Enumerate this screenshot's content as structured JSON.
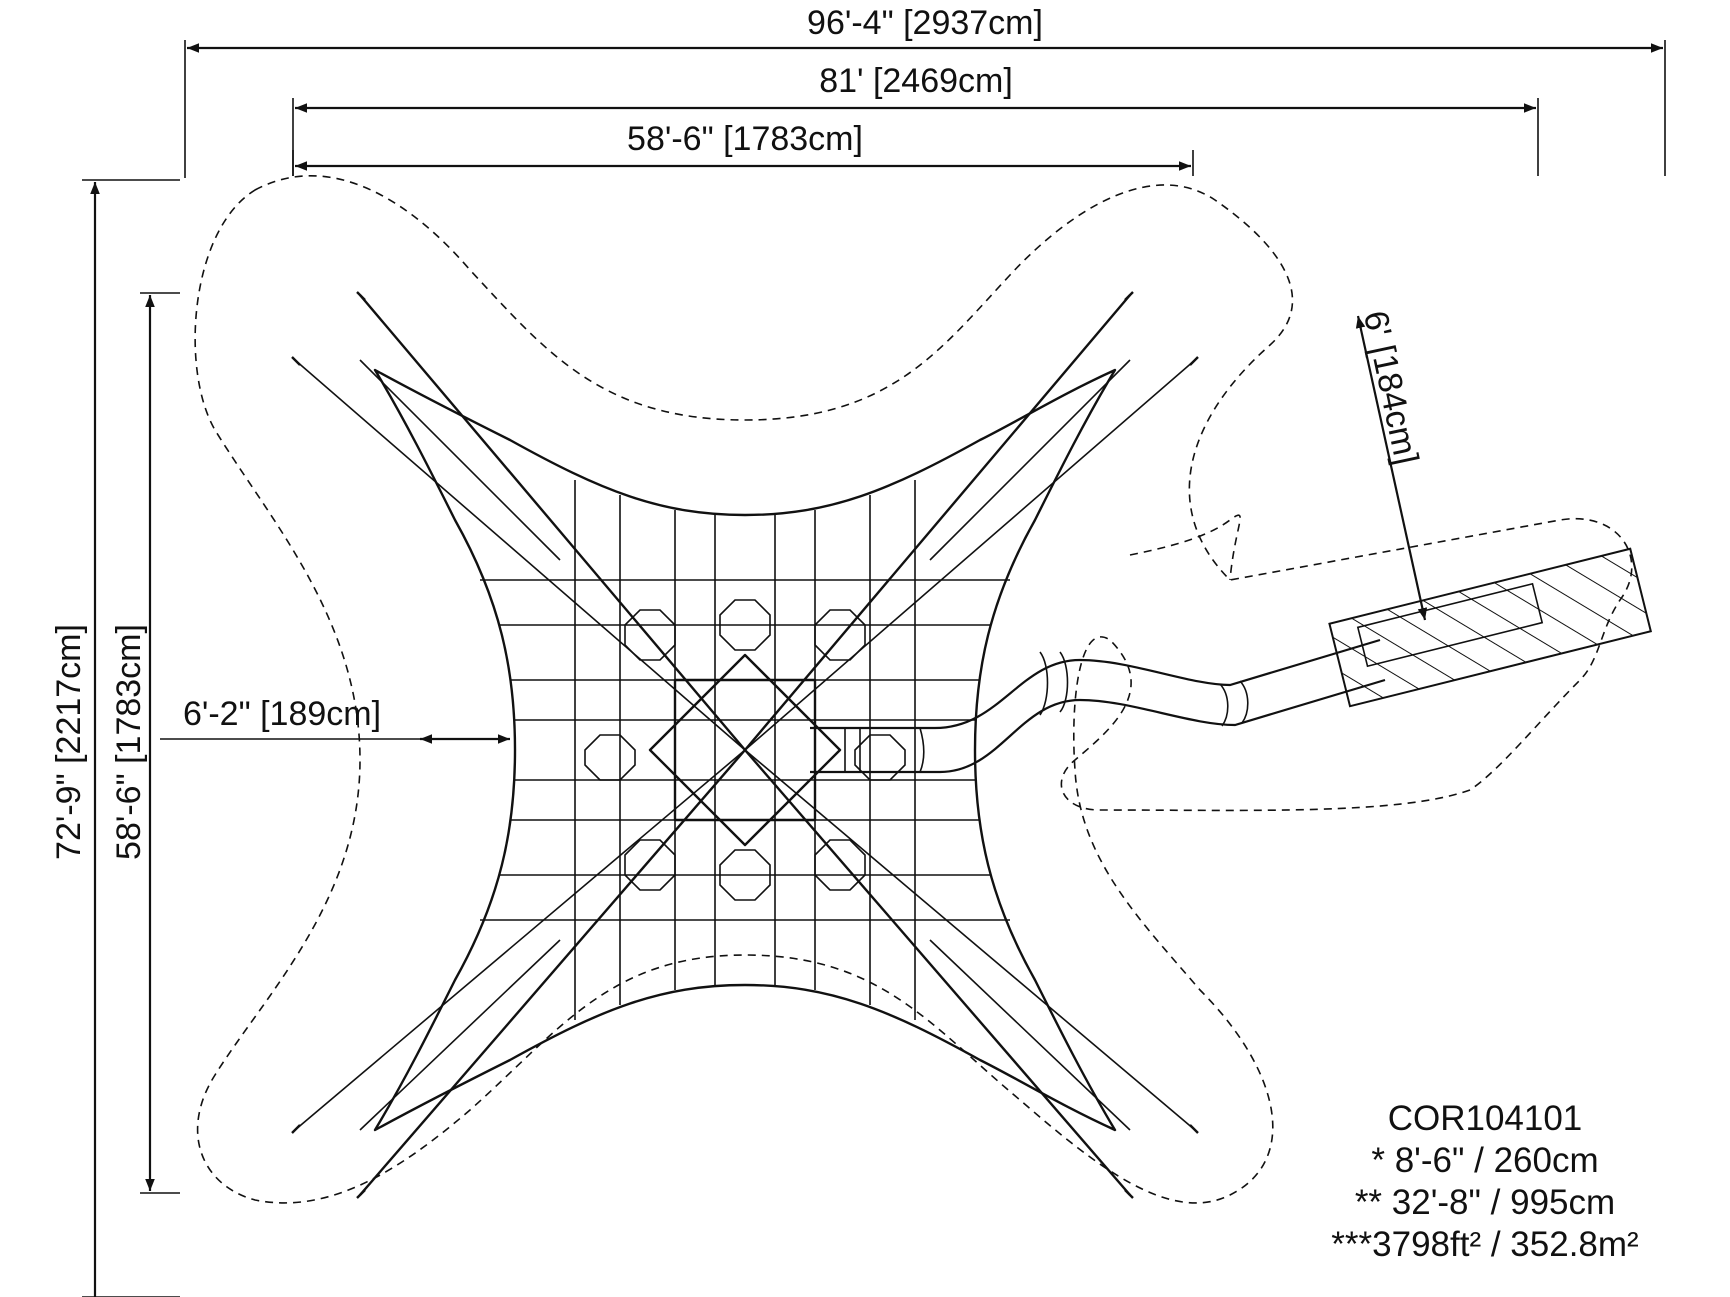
{
  "dimensions": {
    "overall_width": "96'-4\" [2937cm]",
    "structure_width": "81' [2469cm]",
    "net_width": "58'-6\" [1783cm]",
    "overall_height": "72'-9\" [2217cm]",
    "net_height": "58'-6\" [1783cm]",
    "edge_clearance": "6'-2\" [189cm]",
    "slide_clearance": "6' [184cm]"
  },
  "notes": {
    "model": "COR104101",
    "height": "* 8'-6\" / 260cm",
    "length": "** 32'-8\" / 995cm",
    "area": "***3798ft² / 352.8m²"
  }
}
